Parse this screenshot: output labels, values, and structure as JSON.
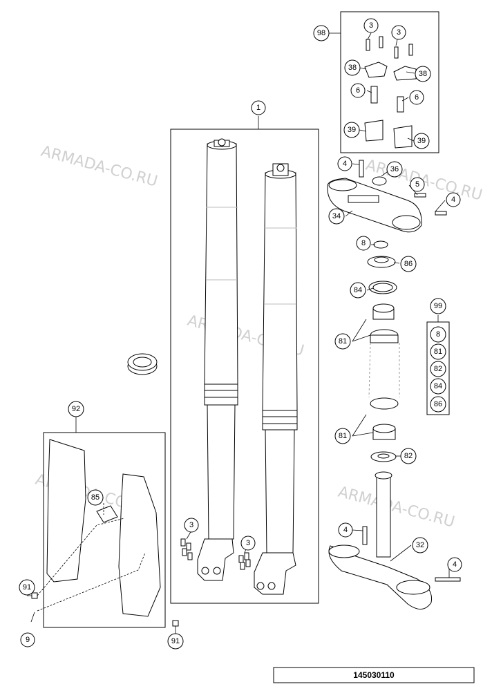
{
  "watermark": "ARMADA-CO.RU",
  "diagram_number": "145030110",
  "callouts": {
    "c1": "1",
    "c98": "98",
    "c3a": "3",
    "c3b": "3",
    "c38a": "38",
    "c38b": "38",
    "c6a": "6",
    "c6b": "6",
    "c39a": "39",
    "c39b": "39",
    "c4a": "4",
    "c36": "36",
    "c5": "5",
    "c4b": "4",
    "c34": "34",
    "c8": "8",
    "c86": "86",
    "c84": "84",
    "c99": "99",
    "k8": "8",
    "k81": "81",
    "k82": "82",
    "k84": "84",
    "k86": "86",
    "c81a": "81",
    "c81b": "81",
    "c82": "82",
    "c4c": "4",
    "c32": "32",
    "c4d": "4",
    "c92": "92",
    "c85": "85",
    "c91a": "91",
    "c9": "9",
    "c91b": "91",
    "c3c": "3",
    "c3d": "3"
  }
}
